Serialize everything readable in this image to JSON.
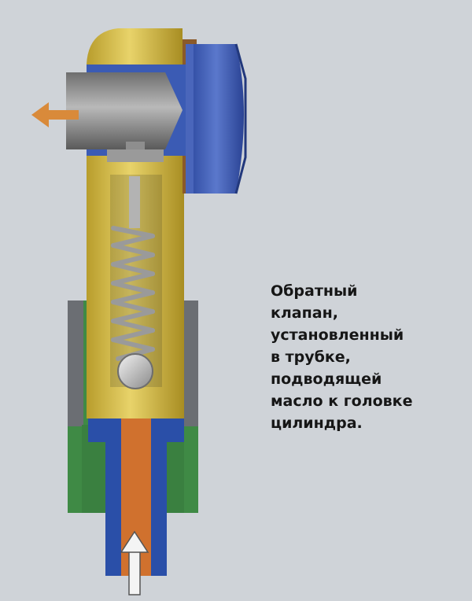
{
  "caption": {
    "lines": [
      "Обратный",
      "клапан,",
      "установленный",
      "в трубке,",
      "подводящей",
      "масло к головке",
      "цилиндра."
    ]
  },
  "colors": {
    "background": "#cfd3d8",
    "valve_body": "#d9c14a",
    "bolt_head": "#3b5bb4",
    "tube_outer": "#3f8a45",
    "tube_inner": "#2a4fa8",
    "oil_channel": "#d0712e",
    "flow_arrow": "#d98a3a",
    "spring": "#9a9a9a",
    "ball": "#c4c4c4",
    "text": "#161616"
  },
  "icons": {
    "outlet_arrow": "arrow-left-icon",
    "inlet_arrow": "arrow-up-icon"
  }
}
